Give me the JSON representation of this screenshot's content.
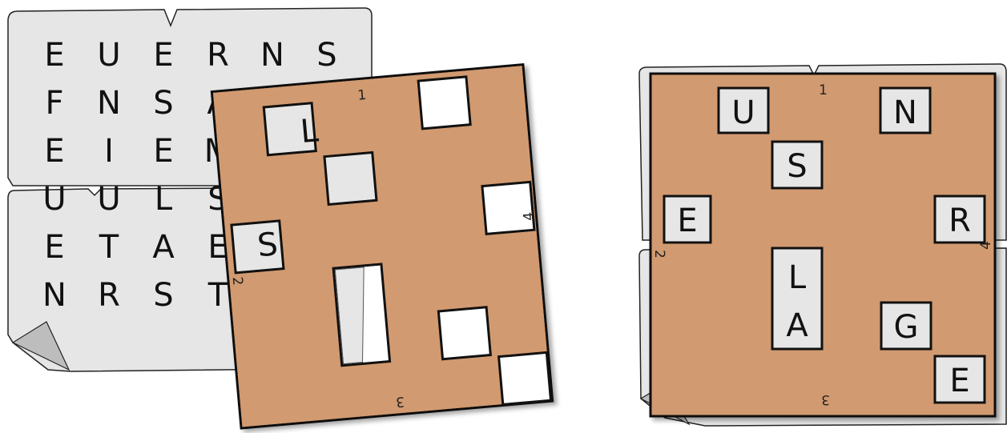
{
  "grid": {
    "rows": [
      [
        "E",
        "U",
        "E",
        "R",
        "N",
        "S"
      ],
      [
        "F",
        "N",
        "S",
        "A",
        "L",
        ""
      ],
      [
        "E",
        "I",
        "E",
        "M",
        "",
        ""
      ],
      [
        "U",
        "U",
        "L",
        "S",
        "S",
        ""
      ],
      [
        "E",
        "T",
        "A",
        "E",
        "",
        ""
      ],
      [
        "N",
        "R",
        "S",
        "T",
        "",
        ""
      ]
    ]
  },
  "overlay": {
    "numbers": {
      "top": "1",
      "left": "2",
      "bottom": "3",
      "right": "4"
    }
  },
  "solution": {
    "numbers": {
      "top": "1",
      "left": "2",
      "bottom": "3",
      "right": "4"
    },
    "letters": {
      "u": "U",
      "n": "N",
      "s": "S",
      "e_left": "E",
      "r": "R",
      "l": "L",
      "a": "A",
      "g": "G",
      "e_bottom": "E"
    }
  },
  "colors": {
    "paper": "#e6e6e6",
    "paper_fold": "#bdbdbd",
    "card": "#d29a6f",
    "tile": "#e6e6e6",
    "window": "#ffffff",
    "outline": "#111111"
  }
}
